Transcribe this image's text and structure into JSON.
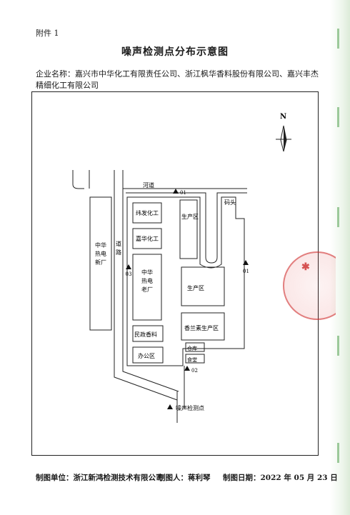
{
  "header": {
    "attachment_label": "附件 1",
    "title": "噪声检测点分布示意图"
  },
  "company": {
    "prefix": "企业名称：",
    "names": "嘉兴市中华化工有限责任公司、浙江枫华香料股份有限公司、嘉兴丰杰精细化工有限公司"
  },
  "map": {
    "north_label": "N",
    "river_label": "河道",
    "dock_label": "码头",
    "road_label": "道路",
    "buildings": {
      "zhonghua_new": "中华热电新厂",
      "weifa": "纬发化工",
      "jiahua": "嘉华化工",
      "zhonghua_old": "中华热电老厂",
      "minzheng": "民政香料",
      "office": "办公区",
      "production_top": "生产区",
      "production_mid": "生产区",
      "xianglansu": "香兰素生产区",
      "warehouse": "仓库",
      "canteen": "食堂"
    },
    "points": [
      "01",
      "01",
      "02",
      "03"
    ],
    "legend_label": "噪声检测点"
  },
  "footer": {
    "maker": "制图单位：浙江新鸿检测技术有限公司",
    "person": "制图人：蒋利琴",
    "date": "制图日期：2022 年 05 月 23 日"
  },
  "colors": {
    "seal": "#cd2828",
    "line": "#222222"
  }
}
